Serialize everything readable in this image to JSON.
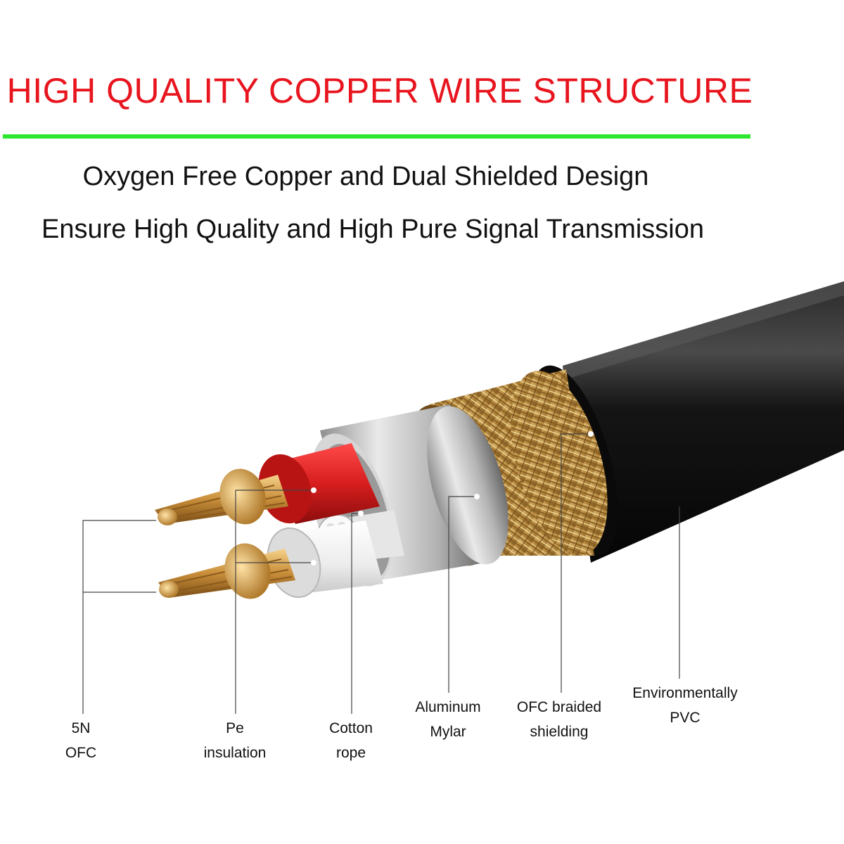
{
  "header": {
    "title": "HIGH QUALITY COPPER WIRE STRUCTURE",
    "subtitle_line1": "Oxygen Free Copper and Dual Shielded Design",
    "subtitle_line2": "Ensure High Quality and High Pure Signal Transmission"
  },
  "colors": {
    "title": "#e8141e",
    "rule": "#2ee62e",
    "jacket": "#121212",
    "braid": "#c49a4a",
    "foil": "#bdbdbd",
    "red_insulation": "#d81e1e",
    "white_insulation": "#f2f2f2",
    "copper": "#d4a04e"
  },
  "labels": [
    {
      "id": "5n-ofc",
      "line1": "5N",
      "line2": "OFC"
    },
    {
      "id": "pe-insulation",
      "line1": "Pe",
      "line2": "insulation"
    },
    {
      "id": "cotton-rope",
      "line1": "Cotton",
      "line2": "rope"
    },
    {
      "id": "aluminum-mylar",
      "line1": "Aluminum",
      "line2": "Mylar"
    },
    {
      "id": "ofc-braided-shielding",
      "line1": "OFC braided",
      "line2": "shielding"
    },
    {
      "id": "environmentally-pvc",
      "line1": "Environmentally",
      "line2": "PVC"
    }
  ]
}
